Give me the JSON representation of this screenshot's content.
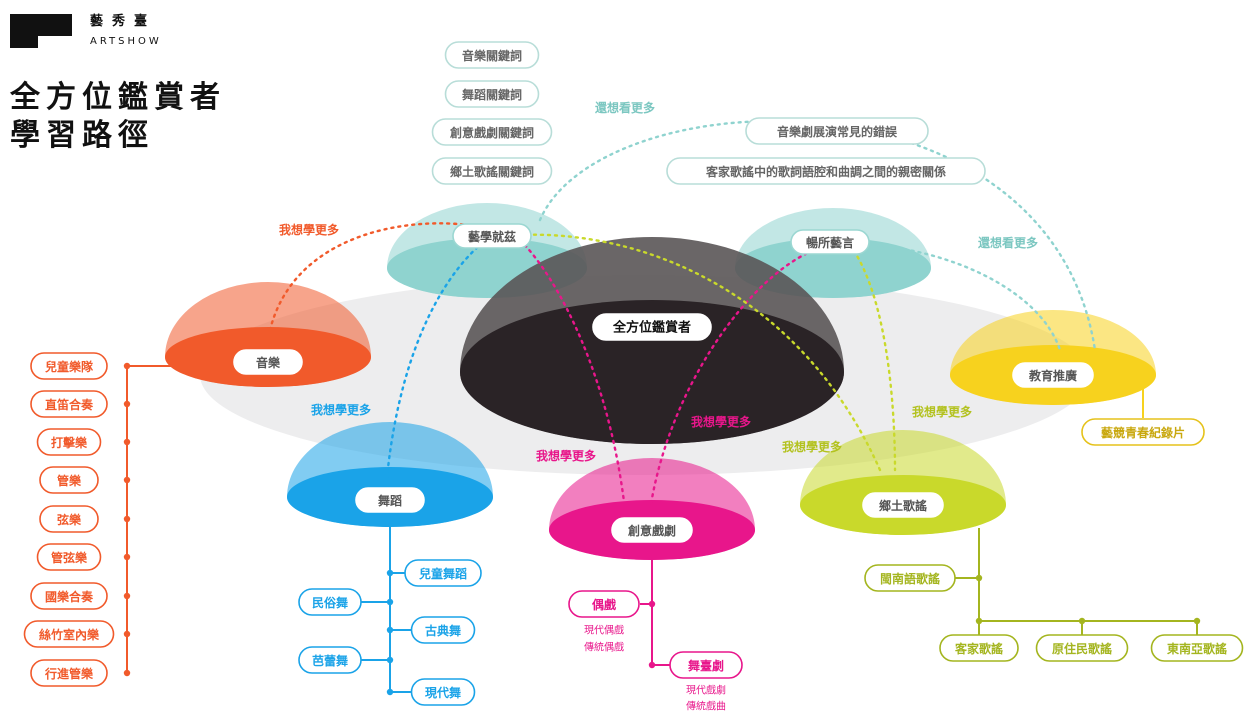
{
  "brand": {
    "name_cn": "藝秀臺",
    "name_en": "ARTSHOW"
  },
  "title": {
    "line1": "全方位鑑賞者",
    "line2": "學習路徑"
  },
  "colors": {
    "music": "#F15A2B",
    "dance": "#1AA3E8",
    "drama": "#E8168B",
    "folk": "#C9D92B",
    "edu": "#F7D21E",
    "teal": "#8FD3CF",
    "center": "#5a5556",
    "ellipse": "#EDEDEE"
  },
  "center": {
    "label": "全方位鑑賞者"
  },
  "domes": {
    "music": "音樂",
    "dance": "舞蹈",
    "drama": "創意戲劇",
    "folk": "鄉土歌謠",
    "edu": "教育推廣",
    "yixue": "藝學就茲",
    "changsuo": "暢所藝言"
  },
  "keywords": [
    "音樂關鍵詞",
    "舞蹈關鍵詞",
    "創意戲劇關鍵詞",
    "鄉土歌謠關鍵詞"
  ],
  "changsuo_topics": [
    "音樂劇展演常見的錯誤",
    "客家歌謠中的歌詞語腔和曲調之間的親密關係"
  ],
  "learn_more": "我想學更多",
  "see_more": "還想看更多",
  "music_list": [
    "兒童樂隊",
    "直笛合奏",
    "打擊樂",
    "管樂",
    "弦樂",
    "管弦樂",
    "國樂合奏",
    "絲竹室內樂",
    "行進管樂"
  ],
  "dance_list": {
    "left": [
      "民俗舞",
      "芭蕾舞"
    ],
    "right": [
      "兒童舞蹈",
      "古典舞",
      "現代舞"
    ]
  },
  "drama_items": [
    {
      "name": "偶戲",
      "subs": [
        "現代偶戲",
        "傳統偶戲"
      ]
    },
    {
      "name": "舞臺劇",
      "subs": [
        "現代戲劇",
        "傳統戲曲"
      ]
    }
  ],
  "folk_list": {
    "main": "閩南語歌謠",
    "row": [
      "客家歌謠",
      "原住民歌謠",
      "東南亞歌謠"
    ]
  },
  "edu_item": "藝競青春紀錄片"
}
